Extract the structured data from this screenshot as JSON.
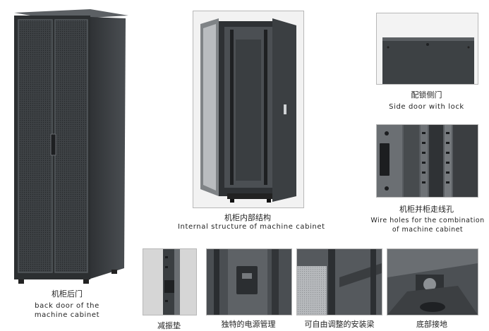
{
  "captions": {
    "back_door": {
      "cn": "机柜后门",
      "en_line1": "back door of the",
      "en_line2": "machine cabinet"
    },
    "internal": {
      "cn": "机柜内部结构",
      "en": "Internal structure of machine cabinet"
    },
    "side_door": {
      "cn": "配锁侧门",
      "en": "Side door with lock"
    },
    "wire_holes": {
      "cn": "机柜并柜走线孔",
      "en_line1": "Wire holes for the combination",
      "en_line2": "of machine cabinet"
    },
    "bottom_1": {
      "cn": "减振垫"
    },
    "bottom_2": {
      "cn": "独特的电源管理"
    },
    "bottom_3": {
      "cn": "可自由调整的安装梁"
    },
    "bottom_4": {
      "cn": "底部接地"
    }
  },
  "colors": {
    "metal_dark": "#3a3d40",
    "metal_mid": "#55595d",
    "metal_light": "#8a8e92",
    "frame_border": "#b8b8b8"
  }
}
